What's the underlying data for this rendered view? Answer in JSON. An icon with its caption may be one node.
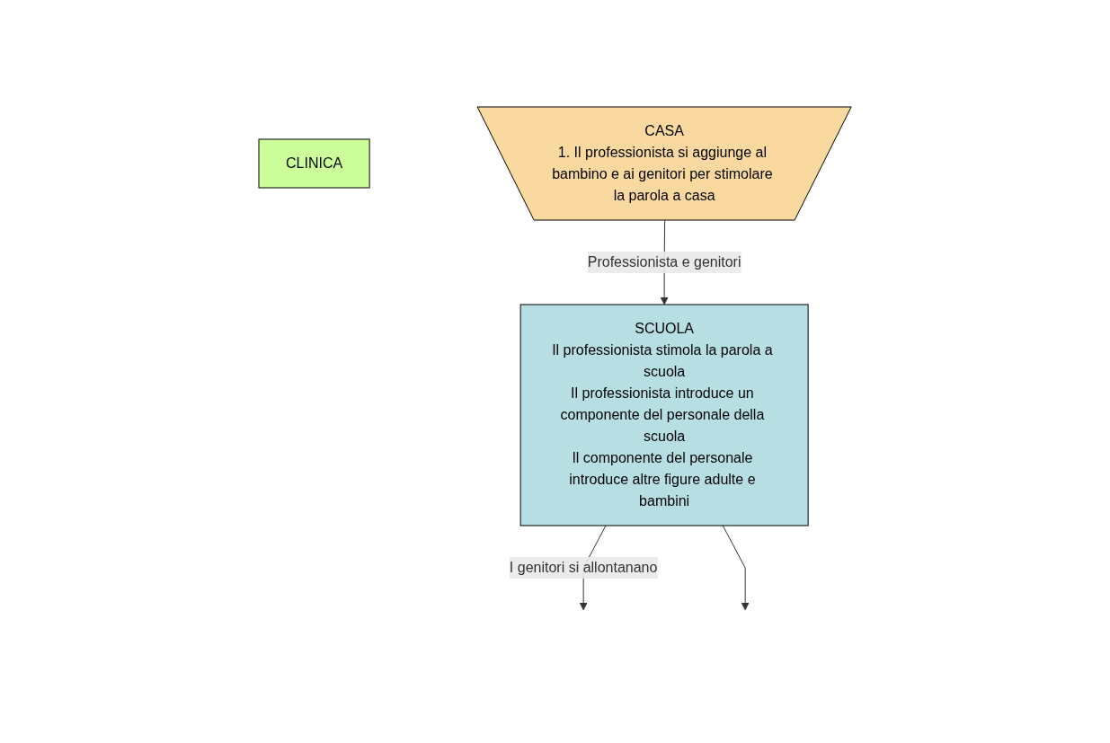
{
  "diagram": {
    "nodes": [
      {
        "text": [
          "CLINICA"
        ]
      },
      {
        "text": [
          "CASA",
          "1. Il professionista si aggiunge al bambino e ai genitori per stimolare la parola a casa"
        ]
      },
      {
        "text": [
          "SCUOLA",
          "Il professionista stimola la parola a scuola",
          "Il professionista introduce un componente del personale della scuola",
          "Il componente del personale introduce altre figure adulte e bambini"
        ]
      }
    ],
    "edges": [
      {
        "from": 1,
        "to": 2,
        "arrow": "to",
        "label": "Professionista e genitori"
      },
      {
        "from": 2,
        "to": null,
        "arrow": "to",
        "label": "I genitori si allontanano"
      },
      {
        "from": 2,
        "to": null,
        "arrow": "to"
      }
    ]
  }
}
